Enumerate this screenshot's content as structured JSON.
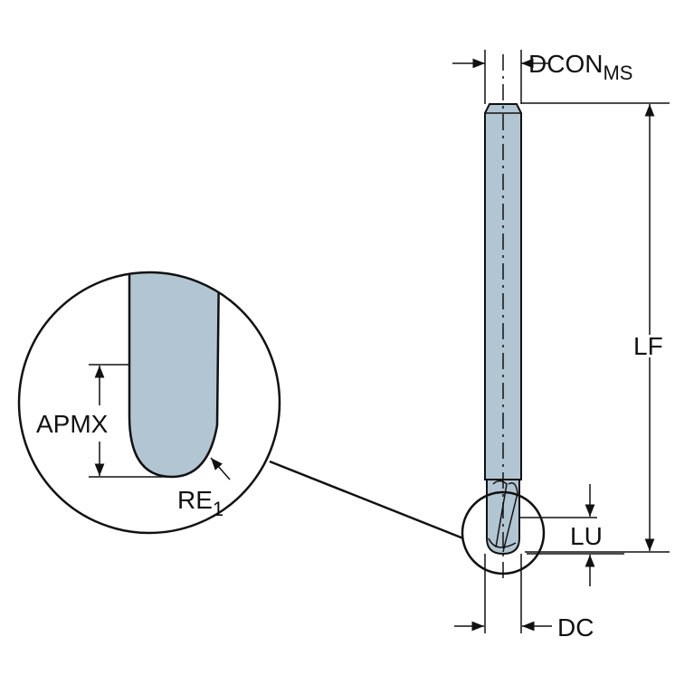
{
  "labels": {
    "dcon": "DCON",
    "dcon_sub": "MS",
    "lf": "LF",
    "lu": "LU",
    "dc": "DC",
    "apmx": "APMX",
    "re": "RE",
    "re_sub": "1"
  },
  "colors": {
    "tool_fill": "#b2c5d3",
    "line": "#111111"
  }
}
